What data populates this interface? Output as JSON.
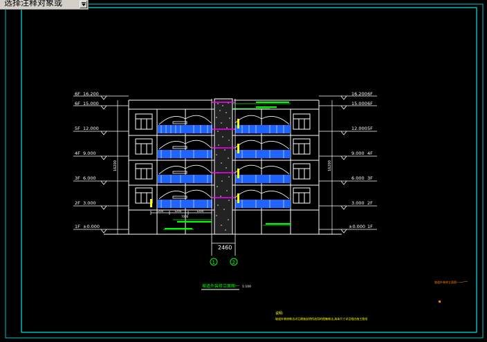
{
  "toolbar": {
    "selector_text": "选择注释对象或"
  },
  "levels_left": [
    {
      "floor": "6F",
      "elev": "16.200"
    },
    {
      "floor": "6F",
      "elev": "15.000"
    },
    {
      "floor": "5F",
      "elev": "12.000"
    },
    {
      "floor": "4F",
      "elev": "9.000"
    },
    {
      "floor": "3F",
      "elev": "6.000"
    },
    {
      "floor": "2F",
      "elev": "3.000"
    },
    {
      "floor": "1F",
      "elev": "±0.000"
    }
  ],
  "levels_right": [
    {
      "floor": "6F",
      "elev": "16.200"
    },
    {
      "floor": "6F",
      "elev": "15.000"
    },
    {
      "floor": "5F",
      "elev": "12.000"
    },
    {
      "floor": "4F",
      "elev": "9.000"
    },
    {
      "floor": "3F",
      "elev": "6.000"
    },
    {
      "floor": "2F",
      "elev": "3.000"
    },
    {
      "floor": "1F",
      "elev": "±0.000"
    }
  ],
  "dims": {
    "total_height": "16200",
    "width_bottom": "2460",
    "seg1": "1200",
    "seg2": "1200",
    "seg3": "1200",
    "sub": "7000"
  },
  "axes": [
    "1",
    "2"
  ],
  "title": {
    "main": "坡道外装修立面图一",
    "scale": "1:100"
  },
  "notes": {
    "label": "说明:",
    "line": "坡道外装修做法详见建施说明所选用的图集做法,具体尺寸详见相应施工图纸"
  },
  "side_tag": "坡道外装修立面图一",
  "colors": {
    "frame": "#00c8c8",
    "lines": "#ffffff",
    "blue": "#1e64ff",
    "magenta": "#ff00ff",
    "green": "#00ff00",
    "yellow": "#ffff00",
    "orange": "#ff8000"
  }
}
